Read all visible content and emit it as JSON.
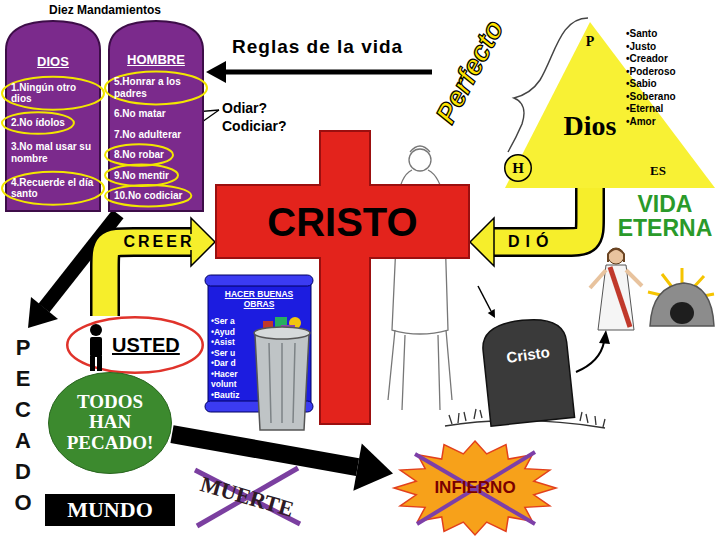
{
  "diagram": {
    "nodes": [
      {
        "text": [
          "DIOS",
          "1.Ningún otro dios",
          "2.No ídolos",
          "3.No mal usar su nombre",
          "4.Recuerde el día santo"
        ]
      },
      {
        "text": [
          "HOMBRE",
          "5.Honrar a los padres",
          "6.No matar",
          "7.No adulterar",
          "8.No robar",
          "9.No mentir",
          "10.No codiciar"
        ]
      },
      {
        "text": [
          "P",
          "Dios",
          "ES"
        ]
      },
      {
        "text": [
          "H"
        ]
      },
      {
        "text": [
          "CRISTO"
        ]
      },
      {
        "text": [
          "USTED"
        ]
      },
      {
        "text": [
          "HACER BUENAS OBRAS",
          "•Ser a",
          "•Ayud",
          "•Asist",
          "•Ser u",
          "•Dar d",
          "•Hacer volunt",
          "•Bautiz"
        ]
      },
      {
        "text": [
          "TODOS HAN PECADO!"
        ]
      },
      {
        "text": [
          "MUNDO"
        ]
      },
      {
        "text": [
          "INFIERNO"
        ]
      },
      {
        "text": [
          "Cristo"
        ]
      }
    ],
    "edges": [
      {
        "from": 5,
        "to": 4,
        "label": "CREER",
        "arrow": "to"
      },
      {
        "from": 2,
        "to": 4,
        "label": "DIÓ",
        "arrow": "to"
      },
      {
        "from": 7,
        "to": 9,
        "arrow": "to"
      }
    ],
    "labels": [
      "Diez Mandamientos",
      "Reglas de la vida",
      "Perfecto",
      "•Santo",
      "•Justo",
      "•Creador",
      "•Poderoso",
      "•Sabio",
      "•Soberano",
      "•Eternal",
      "•Amor",
      "Odiar? Codiciar?",
      "VIDA ETERNA",
      "PECADO",
      "MUERTE"
    ]
  }
}
